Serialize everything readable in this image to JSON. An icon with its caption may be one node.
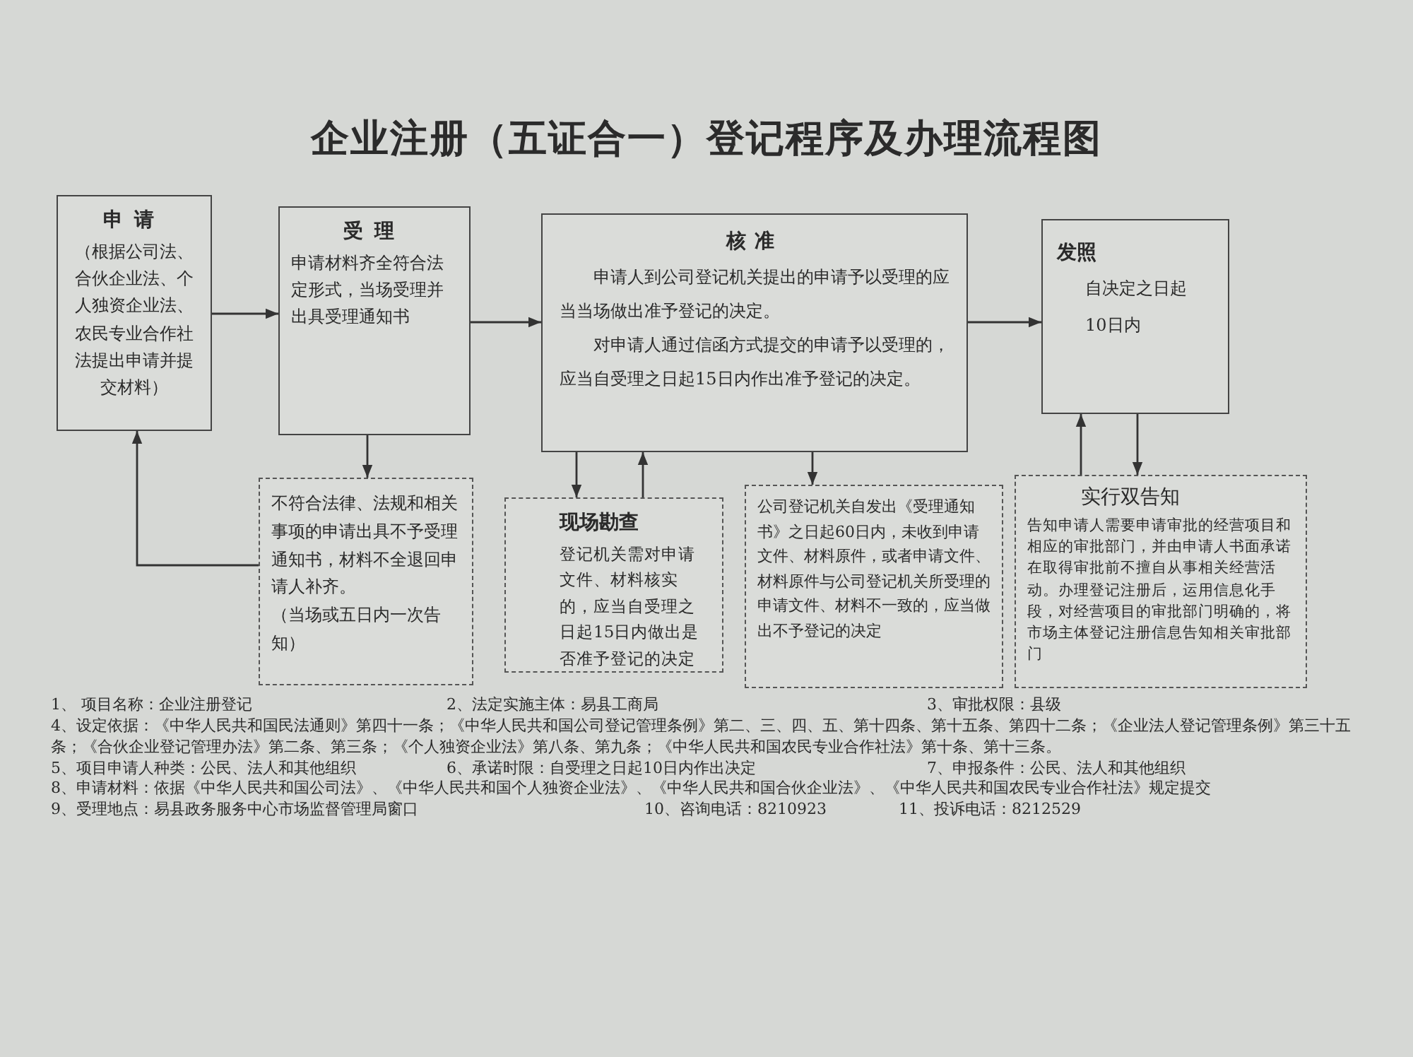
{
  "diagram": {
    "title": "企业注册（五证合一）登记程序及办理流程图",
    "nodes": [
      {
        "text": [
          "申请",
          "（根据公司法、合伙企业法、个人独资企业法、农民专业合作社法提出申请并提交材料）"
        ]
      },
      {
        "text": [
          "受理",
          "申请材料齐全符合法定形式，当场受理并出具受理通知书"
        ]
      },
      {
        "text": [
          "核准",
          "申请人到公司登记机关提出的申请予以受理的应当当场做出准予登记的决定。",
          "对申请人通过信函方式提交的申请予以受理的，应当自受理之日起15日内作出准予登记的决定。"
        ]
      },
      {
        "text": [
          "发照",
          "自决定之日起",
          "10日内"
        ]
      },
      {
        "text": [
          "不符合法律、法规和相关事项的申请出具不予受理通知书，材料不全退回申请人补齐。",
          "（当场或五日内一次告知）"
        ]
      },
      {
        "text": [
          "现场勘查",
          "登记机关需对申请文件、材料核实的，应当自受理之日起15日内做出是否准予登记的决定"
        ]
      },
      {
        "text": [
          "公司登记机关自发出《受理通知书》之日起60日内，未收到申请文件、材料原件，或者申请文件、材料原件与公司登记机关所受理的申请文件、材料不一致的，应当做出不予登记的决定"
        ]
      },
      {
        "text": [
          "实行双告知",
          "告知申请人需要申请审批的经营项目和相应的审批部门，并由申请人书面承诺在取得审批前不擅自从事相关经营活动。办理登记注册后，运用信息化手段，对经营项目的审批部门明确的，将市场主体登记注册信息告知相关审批部门"
        ]
      }
    ],
    "edges": [
      {
        "from": 0,
        "to": 1,
        "arrow": "to"
      },
      {
        "from": 1,
        "to": 2,
        "arrow": "to"
      },
      {
        "from": 2,
        "to": 3,
        "arrow": "to"
      },
      {
        "from": 1,
        "to": 4,
        "arrow": "to"
      },
      {
        "from": 4,
        "to": 0,
        "arrow": "to"
      },
      {
        "from": 2,
        "to": 5,
        "arrow": "to"
      },
      {
        "from": 5,
        "to": 2,
        "arrow": "to"
      },
      {
        "from": 2,
        "to": 6,
        "arrow": "to"
      },
      {
        "from": 3,
        "to": 7,
        "arrow": "to"
      },
      {
        "from": 7,
        "to": 3,
        "arrow": "to"
      }
    ],
    "labels": [
      "1、 项目名称：企业注册登记",
      "2、法定实施主体：易县工商局",
      "3、审批权限：县级",
      "4、设定依据：《中华人民共和国民法通则》第四十一条；《中华人民共和国公司登记管理条例》第二、三、四、五、第十四条、第十五条、第四十二条；《企业法人登记管理条例》第三十五条；《合伙企业登记管理办法》第二条、第三条；《个人独资企业法》第八条、第九条；《中华人民共和国农民专业合作社法》第十条、第十三条。",
      "5、项目申请人种类：公民、法人和其他组织",
      "6、承诺时限：自受理之日起10日内作出决定",
      "7、申报条件：公民、法人和其他组织",
      "8、申请材料：依据《中华人民共和国公司法》、《中华人民共和国个人独资企业法》、《中华人民共和国合伙企业法》、《中华人民共和国农民专业合作社法》规定提交",
      "9、受理地点：易县政务服务中心市场监督管理局窗口",
      "10、咨询电话：8210923",
      "11、投诉电话：8212529"
    ]
  }
}
